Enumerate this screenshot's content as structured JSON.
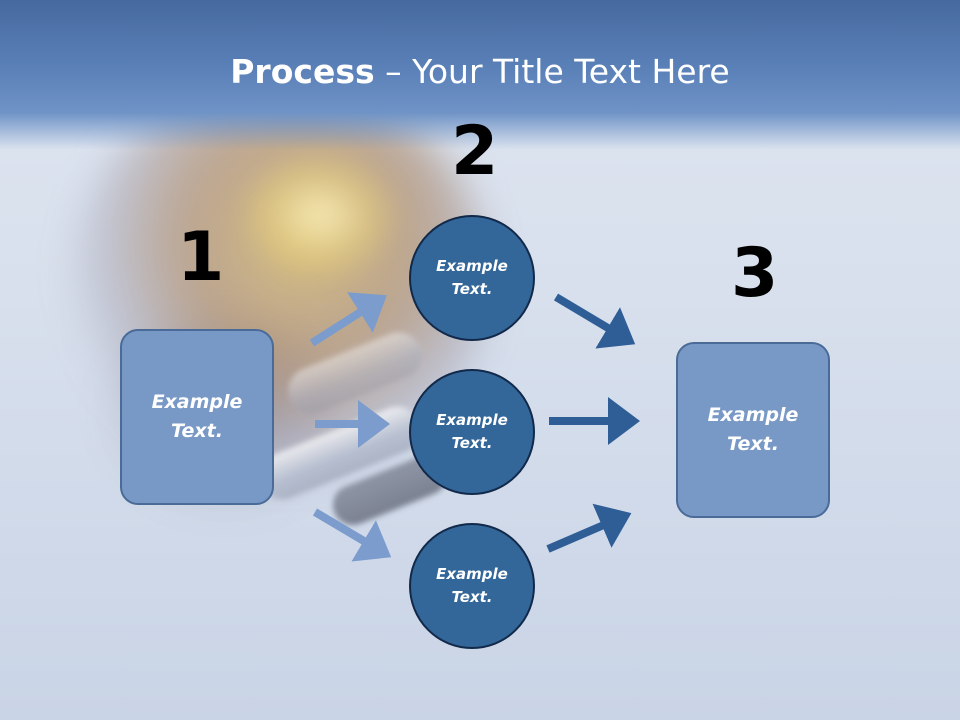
{
  "title": {
    "bold": "Process",
    "rest": " – Your Title Text Here"
  },
  "steps": {
    "step1_number": "1",
    "step2_number": "2",
    "step3_number": "3"
  },
  "boxes": {
    "left_line1": "Example",
    "left_line2": "Text.",
    "right_line1": "Example",
    "right_line2": "Text."
  },
  "circles": [
    {
      "line1": "Example",
      "line2": "Text."
    },
    {
      "line1": "Example",
      "line2": "Text."
    },
    {
      "line1": "Example",
      "line2": "Text."
    }
  ],
  "colors": {
    "title_band": "#5a80b8",
    "box_fill": "#7898c6",
    "circle_fill": "#336699",
    "arrow_light": "#7b9ccc",
    "arrow_dark": "#2f5e96"
  }
}
